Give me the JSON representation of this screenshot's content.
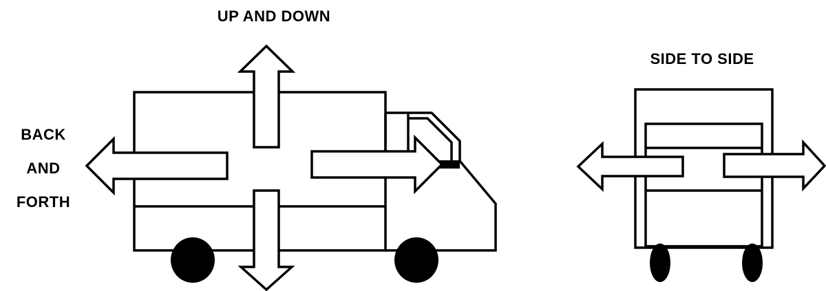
{
  "labels": {
    "up_down": "UP AND DOWN",
    "back_forth_1": "BACK",
    "back_forth_2": "AND",
    "back_forth_3": "FORTH",
    "side_to_side": "SIDE TO SIDE"
  },
  "colors": {
    "line": "#000000",
    "background": "#ffffff"
  }
}
